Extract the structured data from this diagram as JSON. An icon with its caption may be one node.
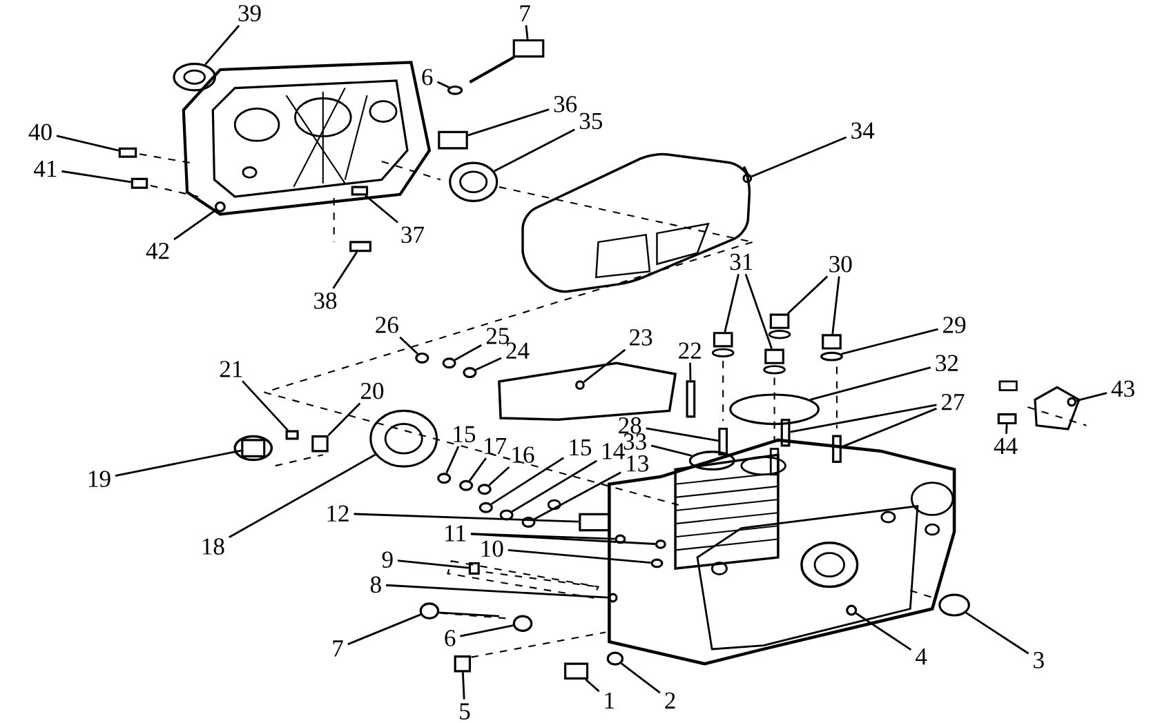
{
  "diagram": {
    "nodes": [
      {
        "text": [
          "39"
        ]
      },
      {
        "text": [
          "7"
        ]
      },
      {
        "text": [
          "6"
        ]
      },
      {
        "text": [
          "36"
        ]
      },
      {
        "text": [
          "35"
        ]
      },
      {
        "text": [
          "34"
        ]
      },
      {
        "text": [
          "40"
        ]
      },
      {
        "text": [
          "41"
        ]
      },
      {
        "text": [
          "42"
        ]
      },
      {
        "text": [
          "37"
        ]
      },
      {
        "text": [
          "38"
        ]
      },
      {
        "text": [
          "31"
        ]
      },
      {
        "text": [
          "30"
        ]
      },
      {
        "text": [
          "29"
        ]
      },
      {
        "text": [
          "26"
        ]
      },
      {
        "text": [
          "25"
        ]
      },
      {
        "text": [
          "24"
        ]
      },
      {
        "text": [
          "23"
        ]
      },
      {
        "text": [
          "22"
        ]
      },
      {
        "text": [
          "21"
        ]
      },
      {
        "text": [
          "20"
        ]
      },
      {
        "text": [
          "32"
        ]
      },
      {
        "text": [
          "27"
        ]
      },
      {
        "text": [
          "43"
        ]
      },
      {
        "text": [
          "44"
        ]
      },
      {
        "text": [
          "28"
        ]
      },
      {
        "text": [
          "33"
        ]
      },
      {
        "text": [
          "15"
        ]
      },
      {
        "text": [
          "17"
        ]
      },
      {
        "text": [
          "16"
        ]
      },
      {
        "text": [
          "15"
        ]
      },
      {
        "text": [
          "14"
        ]
      },
      {
        "text": [
          "13"
        ]
      },
      {
        "text": [
          "19"
        ]
      },
      {
        "text": [
          "18"
        ]
      },
      {
        "text": [
          "12"
        ]
      },
      {
        "text": [
          "11"
        ]
      },
      {
        "text": [
          "10"
        ]
      },
      {
        "text": [
          "9"
        ]
      },
      {
        "text": [
          "8"
        ]
      },
      {
        "text": [
          "7"
        ]
      },
      {
        "text": [
          "6"
        ]
      },
      {
        "text": [
          "5"
        ]
      },
      {
        "text": [
          "1"
        ]
      },
      {
        "text": [
          "2"
        ]
      },
      {
        "text": [
          "4"
        ]
      },
      {
        "text": [
          "3"
        ]
      },
      {
        "text": [],
        "shape": "circle"
      },
      {
        "text": [],
        "shape": "box"
      },
      {
        "text": [],
        "shape": "circle"
      },
      {
        "text": [],
        "shape": "box"
      },
      {
        "text": [],
        "shape": "circle"
      },
      {
        "text": [],
        "shape": "circle"
      },
      {
        "text": [],
        "shape": "box"
      },
      {
        "text": [],
        "shape": "box"
      },
      {
        "text": [],
        "shape": "circle"
      },
      {
        "text": [],
        "shape": "box"
      },
      {
        "text": [],
        "shape": "box"
      },
      {
        "text": [],
        "shape": "box"
      },
      {
        "text": [],
        "shape": "box"
      },
      {
        "text": [],
        "shape": "box"
      },
      {
        "text": [],
        "shape": "box"
      },
      {
        "text": [],
        "shape": "circle"
      },
      {
        "text": [],
        "shape": "circle"
      },
      {
        "text": [],
        "shape": "circle"
      },
      {
        "text": [],
        "shape": "circle"
      },
      {
        "text": [],
        "shape": "circle"
      },
      {
        "text": [],
        "shape": "box"
      },
      {
        "text": [],
        "shape": "box"
      },
      {
        "text": [],
        "shape": "box"
      },
      {
        "text": [],
        "shape": "circle"
      },
      {
        "text": [],
        "shape": "box"
      },
      {
        "text": [],
        "shape": "box"
      },
      {
        "text": [],
        "shape": "circle"
      },
      {
        "text": [],
        "shape": "box"
      },
      {
        "text": [],
        "shape": "box"
      },
      {
        "text": [],
        "shape": "circle"
      },
      {
        "text": [],
        "shape": "circle"
      },
      {
        "text": [],
        "shape": "circle"
      },
      {
        "text": [],
        "shape": "circle"
      },
      {
        "text": [],
        "shape": "circle"
      },
      {
        "text": [],
        "shape": "circle"
      },
      {
        "text": [],
        "shape": "circle"
      },
      {
        "text": [],
        "shape": "box"
      },
      {
        "text": [],
        "shape": "circle"
      },
      {
        "text": [],
        "shape": "box"
      },
      {
        "text": [],
        "shape": "circle"
      },
      {
        "text": [],
        "shape": "circle"
      },
      {
        "text": [],
        "shape": "circle"
      },
      {
        "text": [],
        "shape": "box"
      },
      {
        "text": [],
        "shape": "circle"
      },
      {
        "text": [],
        "shape": "circle"
      },
      {
        "text": [],
        "shape": "circle"
      },
      {
        "text": [],
        "shape": "box"
      },
      {
        "text": [],
        "shape": "box"
      },
      {
        "text": [],
        "shape": "circle"
      },
      {
        "text": [],
        "shape": "circle"
      },
      {
        "text": [],
        "shape": "circle"
      }
    ],
    "edges": [
      {
        "from": 0,
        "to": 47,
        "arrow": "none"
      },
      {
        "from": 1,
        "to": 48,
        "arrow": "none"
      },
      {
        "from": 2,
        "to": 49,
        "arrow": "none"
      },
      {
        "from": 3,
        "to": 50,
        "arrow": "none"
      },
      {
        "from": 4,
        "to": 51,
        "arrow": "none"
      },
      {
        "from": 5,
        "to": 52,
        "arrow": "none"
      },
      {
        "from": 6,
        "to": 53,
        "arrow": "none"
      },
      {
        "from": 7,
        "to": 54,
        "arrow": "none"
      },
      {
        "from": 8,
        "to": 55,
        "arrow": "none"
      },
      {
        "from": 9,
        "to": 56,
        "arrow": "none"
      },
      {
        "from": 10,
        "to": 57,
        "arrow": "none"
      },
      {
        "from": 11,
        "to": 58,
        "arrow": "none"
      },
      {
        "from": 11,
        "to": 59,
        "arrow": "none"
      },
      {
        "from": 12,
        "to": 60,
        "arrow": "none"
      },
      {
        "from": 12,
        "to": 61,
        "arrow": "none"
      },
      {
        "from": 13,
        "to": 62,
        "arrow": "none"
      },
      {
        "from": 14,
        "to": 63,
        "arrow": "none"
      },
      {
        "from": 15,
        "to": 64,
        "arrow": "none"
      },
      {
        "from": 16,
        "to": 65,
        "arrow": "none"
      },
      {
        "from": 17,
        "to": 66,
        "arrow": "none"
      },
      {
        "from": 18,
        "to": 67,
        "arrow": "none"
      },
      {
        "from": 19,
        "to": 68,
        "arrow": "none"
      },
      {
        "from": 20,
        "to": 69,
        "arrow": "none"
      },
      {
        "from": 21,
        "to": 70,
        "arrow": "none"
      },
      {
        "from": 22,
        "to": 71,
        "arrow": "none"
      },
      {
        "from": 22,
        "to": 72,
        "arrow": "none"
      },
      {
        "from": 23,
        "to": 73,
        "arrow": "none"
      },
      {
        "from": 24,
        "to": 74,
        "arrow": "none"
      },
      {
        "from": 25,
        "to": 75,
        "arrow": "none"
      },
      {
        "from": 26,
        "to": 76,
        "arrow": "none"
      },
      {
        "from": 27,
        "to": 77,
        "arrow": "none"
      },
      {
        "from": 28,
        "to": 78,
        "arrow": "none"
      },
      {
        "from": 29,
        "to": 79,
        "arrow": "none"
      },
      {
        "from": 30,
        "to": 80,
        "arrow": "none"
      },
      {
        "from": 31,
        "to": 81,
        "arrow": "none"
      },
      {
        "from": 32,
        "to": 82,
        "arrow": "none"
      },
      {
        "from": 33,
        "to": 83,
        "arrow": "none"
      },
      {
        "from": 34,
        "to": 84,
        "arrow": "none"
      },
      {
        "from": 35,
        "to": 85,
        "arrow": "none"
      },
      {
        "from": 36,
        "to": 86,
        "arrow": "none"
      },
      {
        "from": 36,
        "to": 87,
        "arrow": "none"
      },
      {
        "from": 37,
        "to": 88,
        "arrow": "none"
      },
      {
        "from": 38,
        "to": 89,
        "arrow": "none"
      },
      {
        "from": 39,
        "to": 90,
        "arrow": "none"
      },
      {
        "from": 40,
        "to": 91,
        "arrow": "none"
      },
      {
        "from": 41,
        "to": 92,
        "arrow": "none"
      },
      {
        "from": 42,
        "to": 93,
        "arrow": "none"
      },
      {
        "from": 43,
        "to": 94,
        "arrow": "none"
      },
      {
        "from": 44,
        "to": 95,
        "arrow": "none"
      },
      {
        "from": 45,
        "to": 96,
        "arrow": "none"
      },
      {
        "from": 46,
        "to": 97,
        "arrow": "none"
      }
    ]
  }
}
